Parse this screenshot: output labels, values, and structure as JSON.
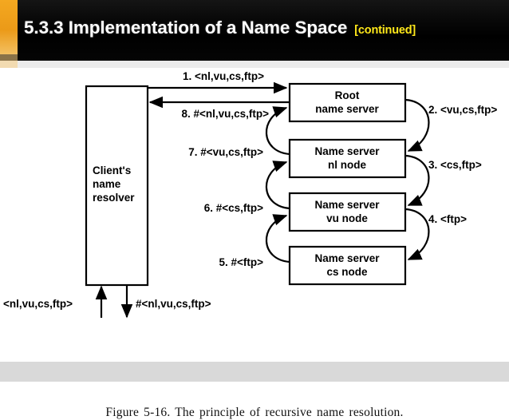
{
  "header": {
    "title": "5.3.3 Implementation of a Name Space",
    "continued_tag": "[continued]",
    "accent_color": "#f0a01e",
    "tag_color": "#ffe81a",
    "background_color": "#050505"
  },
  "figure": {
    "caption": "Figure  5-16.  The  principle  of recursive  name resolution.",
    "client_box": {
      "line1": "Client's",
      "line2": "name",
      "line3": "resolver"
    },
    "servers": [
      {
        "line1": "Root",
        "line2": "name server"
      },
      {
        "line1": "Name server",
        "line2": "nl node"
      },
      {
        "line1": "Name server",
        "line2": "vu node"
      },
      {
        "line1": "Name server",
        "line2": "cs node"
      }
    ],
    "steps_left": [
      "1. <nl,vu,cs,ftp>",
      "8. #<nl,vu,cs,ftp>",
      "7. #<vu,cs,ftp>",
      "6. #<cs,ftp>",
      "5. #<ftp>"
    ],
    "steps_right": [
      "2. <vu,cs,ftp>",
      "3. <cs,ftp>",
      "4. <ftp>"
    ],
    "bottom_labels": {
      "in": "<nl,vu,cs,ftp>",
      "out": "#<nl,vu,cs,ftp>"
    }
  }
}
